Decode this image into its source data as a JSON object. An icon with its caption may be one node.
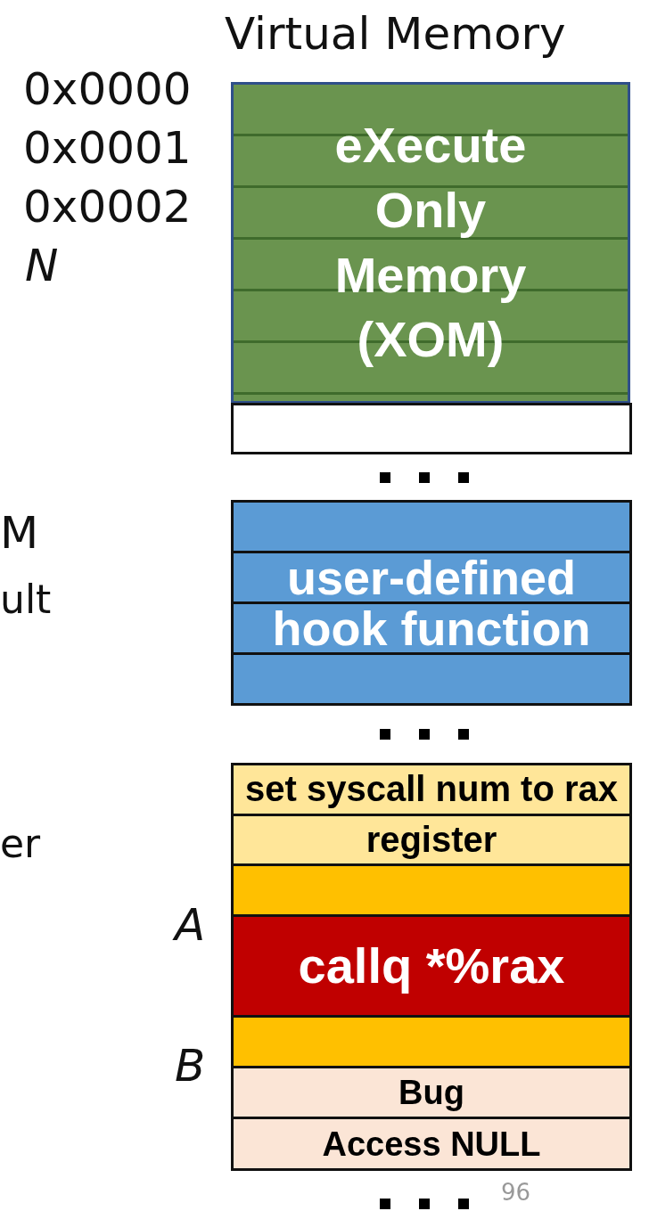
{
  "diagram": {
    "title": "Virtual Memory",
    "nodes": [
      {
        "text": [
          "eXecute Only Memory (XOM)"
        ]
      },
      {
        "text": [],
        "shape": "box"
      },
      {
        "text": [
          "user-defined hook function"
        ]
      },
      {
        "text": [
          "set syscall num to rax register"
        ]
      },
      {
        "text": [],
        "shape": "box"
      },
      {
        "text": [
          "callq *%rax"
        ]
      },
      {
        "text": [],
        "shape": "box"
      },
      {
        "text": [
          "Bug"
        ]
      },
      {
        "text": [
          "Access NULL"
        ]
      }
    ],
    "labels": [
      "0x0000",
      "0x0001",
      "0x0002",
      "N",
      "M",
      "ult",
      "er",
      "A",
      "B",
      "96"
    ]
  }
}
